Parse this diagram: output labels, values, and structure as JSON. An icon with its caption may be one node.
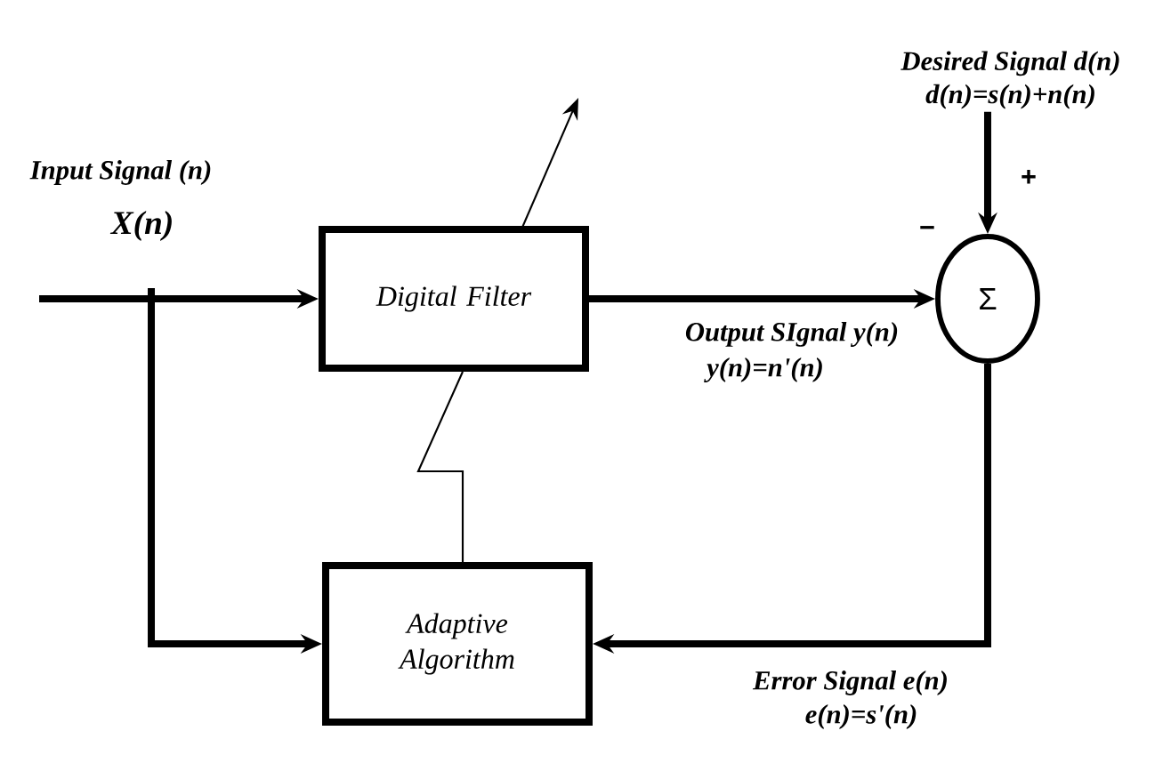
{
  "diagram": {
    "nodes": [
      {
        "text": [
          "Digital Filter"
        ]
      },
      {
        "text": [
          "Adaptive Algorithm"
        ]
      },
      {
        "text": [
          "Σ"
        ]
      },
      {
        "text": [
          "Desired Signal d(n)",
          "d(n)=s(n)+n(n)"
        ]
      }
    ],
    "edges": [
      {
        "from": null,
        "to": 0,
        "arrow": "to",
        "label": "Input Signal (n)"
      },
      {
        "from": null,
        "to": 1,
        "arrow": "to"
      },
      {
        "from": 0,
        "to": 2,
        "arrow": "to",
        "label": "Output SIgnal y(n)"
      },
      {
        "from": 3,
        "to": 2,
        "arrow": "to"
      },
      {
        "from": 2,
        "to": 1,
        "arrow": "to",
        "label": "Error Signal e(n)"
      },
      {
        "from": 1,
        "to": 0,
        "arrow": "none"
      }
    ],
    "labels": [
      "+",
      "X(n)",
      "−",
      "y(n)=n'(n)",
      "e(n)=s'(n)"
    ]
  }
}
